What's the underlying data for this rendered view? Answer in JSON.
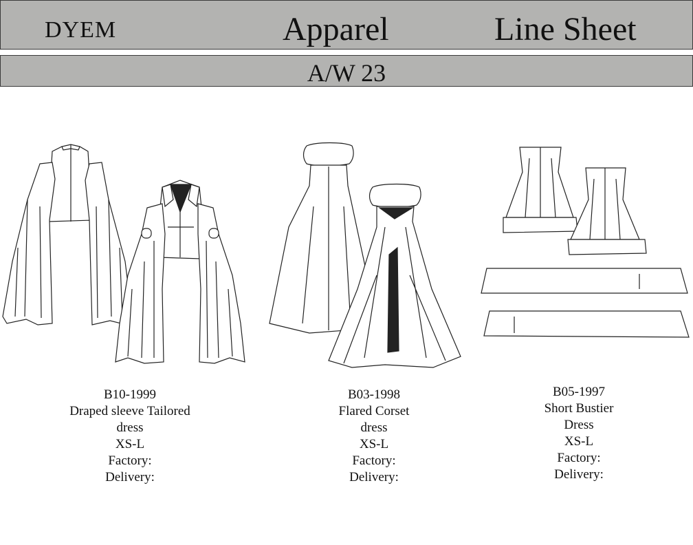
{
  "header": {
    "brand": "DYEM",
    "title_word1": "Apparel",
    "title_word2": "Line Sheet",
    "season": "A/W 23"
  },
  "items": [
    {
      "code": "B10-1999",
      "name_line1": "Draped sleeve Tailored",
      "name_line2": "dress",
      "sizes": "XS-L",
      "factory": "Factory:",
      "delivery": "Delivery:"
    },
    {
      "code": "B03-1998",
      "name_line1": "Flared Corset",
      "name_line2": "dress",
      "sizes": "XS-L",
      "factory": "Factory:",
      "delivery": "Delivery:"
    },
    {
      "code": "B05-1997",
      "name_line1": "Short Bustier",
      "name_line2": "Dress",
      "sizes": "XS-L",
      "factory": "Factory:",
      "delivery": "Delivery:"
    }
  ]
}
